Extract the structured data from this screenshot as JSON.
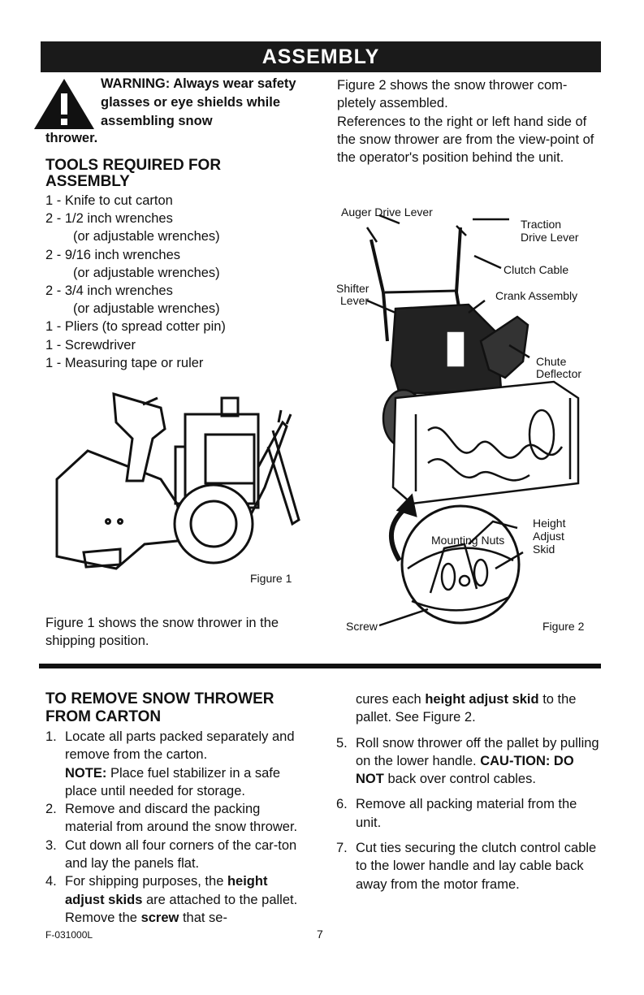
{
  "header": {
    "title": "ASSEMBLY"
  },
  "warning": {
    "main": "WARNING: Always wear safety glasses or eye shields while assembling snow",
    "tail": "thrower."
  },
  "tools": {
    "title": "TOOLS REQUIRED FOR ASSEMBLY",
    "lines": [
      "1 - Knife to cut carton",
      "2 - 1/2 inch wrenches",
      "(or adjustable wrenches)",
      "2 - 9/16 inch wrenches",
      "(or adjustable wrenches)",
      "2 - 3/4 inch wrenches",
      "(or adjustable wrenches)",
      "1 - Pliers (to spread cotter pin)",
      "1 - Screwdriver",
      "1 - Measuring tape or ruler"
    ]
  },
  "figure1": {
    "caption_label": "Figure 1",
    "description": "Figure 1 shows the snow thrower in the shipping position."
  },
  "intro": {
    "p1": "Figure 2 shows the snow thrower com-pletely assembled.",
    "p2": "References to the right or left hand side of the snow thrower are from the view-point of the operator's position behind the unit."
  },
  "figure2": {
    "caption_label": "Figure 2",
    "labels": {
      "auger": "Auger Drive Lever",
      "traction1": "Traction",
      "traction2": "Drive Lever",
      "clutch": "Clutch Cable",
      "shifter1": "Shifter",
      "shifter2": "Lever",
      "crank": "Crank Assembly",
      "chute1": "Chute",
      "chute2": "Deflector",
      "height1": "Height",
      "height2": "Adjust",
      "height3": "Skid",
      "nuts": "Mounting Nuts",
      "screw": "Screw"
    }
  },
  "remove": {
    "title": "TO REMOVE SNOW THROWER FROM CARTON",
    "s1_num": "1.",
    "s1": "Locate all parts packed separately and remove from the carton.",
    "s1_note_label": "NOTE:",
    "s1_note": "Place fuel stabilizer in a safe place until needed for storage.",
    "s2_num": "2.",
    "s2": "Remove and discard the packing material from around the snow thrower.",
    "s3_num": "3.",
    "s3": "Cut down all four corners of the car-ton and lay the panels flat.",
    "s4_num": "4.",
    "s4_a": "For shipping purposes, the",
    "s4_b": "height adjust skids",
    "s4_c": "are attached to the pallet. Remove the",
    "s4_d": "screw",
    "s4_e": "that se-",
    "s4_cont_a": "cures each",
    "s4_cont_b": "height adjust skid",
    "s4_cont_c": "to the pallet. See Figure 2.",
    "s5_num": "5.",
    "s5_a": "Roll snow thrower off the pallet by pulling on the lower handle.",
    "s5_b": "CAU-TION: DO NOT",
    "s5_c": "back over control cables.",
    "s6_num": "6.",
    "s6": "Remove all packing material from the unit.",
    "s7_num": "7.",
    "s7": "Cut ties securing the clutch control cable to the lower handle and lay cable back away from the motor frame."
  },
  "footer": {
    "code": "F-031000L",
    "page": "7"
  }
}
